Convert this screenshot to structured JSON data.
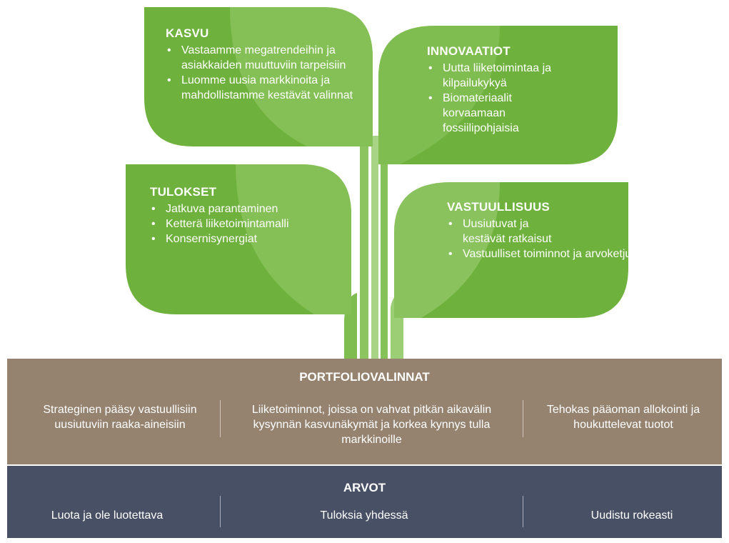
{
  "leaves": {
    "kasvu": {
      "title": "KASVU",
      "bullets": [
        "Vastaamme megatrendeihin ja asiakkaiden muuttuviin tarpeisiin",
        "Luomme uusia markkinoita ja mahdollistamme kestävät valinnat"
      ]
    },
    "innovaatiot": {
      "title": "INNOVAATIOT",
      "bullets": [
        "Uutta liiketoimintaa ja kilpailukykyä",
        "Biomateriaalit korvaamaan fossiilipohjaisia"
      ]
    },
    "tulokset": {
      "title": "TULOKSET",
      "bullets": [
        "Jatkuva parantaminen",
        "Ketterä liiketoimintamalli",
        "Konsernisynergiat"
      ]
    },
    "vastuullisuus": {
      "title": "VASTUULLISUUS",
      "bullets": [
        "Uusiutuvat ja kestävät ratkaisut",
        "Vastuulliset toiminnot ja arvoketju"
      ]
    }
  },
  "portfolio": {
    "title": "PORTFOLIOVALINNAT",
    "items": [
      "Strateginen pääsy vastuullisiin uusiutuviin raaka-aineisiin",
      "Liiketoiminnot, joissa on vahvat pitkän aikavälin kysynnän kasvunäkymät ja korkea kynnys tulla markkinoille",
      "Tehokas pääoman allokointi ja houkuttelevat tuotot"
    ]
  },
  "values": {
    "title": "ARVOT",
    "items": [
      "Luota ja ole luotettava",
      "Tuloksia yhdessä",
      "Uudistu rokeasti"
    ]
  },
  "colors": {
    "leaf_dark": "#6fb13d",
    "leaf_light": "#9ccf75",
    "portfolio_band": "#958370",
    "values_band": "#475065",
    "text": "#ffffff"
  }
}
